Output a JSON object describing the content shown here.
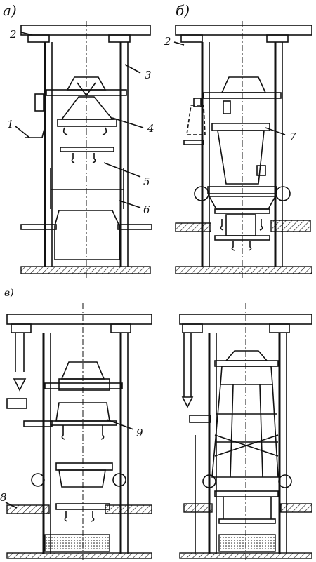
{
  "panels": {
    "a": {
      "label": "а)"
    },
    "b": {
      "label": "б)"
    },
    "c": {
      "label": "в)"
    }
  },
  "callouts": [
    "1",
    "2",
    "3",
    "4",
    "5",
    "6",
    "2",
    "7",
    "8",
    "9"
  ]
}
